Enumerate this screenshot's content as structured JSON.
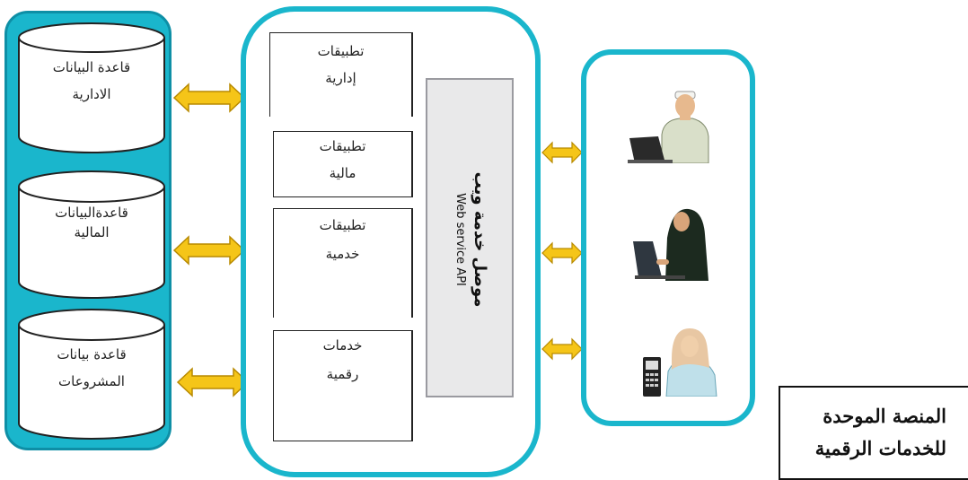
{
  "databases": [
    {
      "line1": "قاعدة البيانات",
      "line2": "الادارية"
    },
    {
      "line1": "قاعدةالبيانات",
      "line2": "المالية"
    },
    {
      "line1": "قاعدة بيانات",
      "line2": "المشروعات"
    }
  ],
  "applications": [
    {
      "line1": "تطبيقات",
      "line2": "إدارية"
    },
    {
      "line1": "تطبيقات",
      "line2": "مالية"
    },
    {
      "line1": "تطبيقات",
      "line2": "خدمية"
    },
    {
      "line1": "خدمات",
      "line2": "رقمية"
    }
  ],
  "api": {
    "arabic": "موصل خدمة ويب",
    "english": "Web service API"
  },
  "users": [
    {
      "icon": "man-laptop-icon"
    },
    {
      "icon": "woman-laptop-icon"
    },
    {
      "icon": "woman-phone-icon"
    }
  ],
  "title": {
    "line1": "المنصة الموحدة",
    "line2": "للخدمات الرقمية"
  },
  "colors": {
    "panel_border": "#1ab6cc",
    "arrow": "#f5c518",
    "arrow_outline": "#b88a00"
  }
}
